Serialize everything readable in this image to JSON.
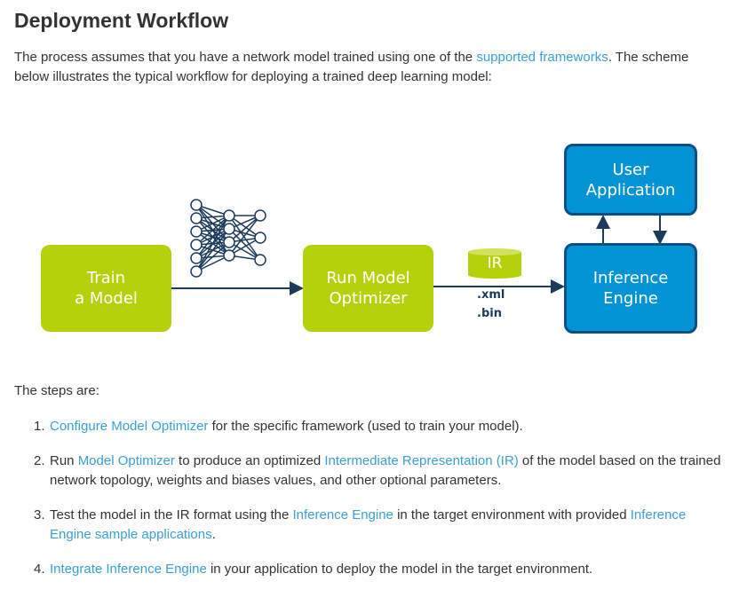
{
  "heading": "Deployment Workflow",
  "intro": {
    "text_before": "The process assumes that you have a network model trained using one of the ",
    "link": "supported frameworks",
    "text_after": ". The scheme below illustrates the typical workflow for deploying a trained deep learning model:"
  },
  "diagram": {
    "train": {
      "line1": "Train",
      "line2": "a Model"
    },
    "optimizer": {
      "line1": "Run Model",
      "line2": "Optimizer"
    },
    "ir": {
      "label": "IR",
      "file1": ".xml",
      "file2": ".bin"
    },
    "engine": {
      "line1": "Inference",
      "line2": "Engine"
    },
    "user_app": {
      "line1": "User",
      "line2": "Application"
    },
    "colors": {
      "green": "#b4d109",
      "blue": "#0193d4",
      "blue_border": "#0a4f86",
      "arrow": "#1d3a5c"
    }
  },
  "steps_label": "The steps are:",
  "steps": [
    {
      "num": "1.",
      "parts": [
        {
          "link": "Configure Model Optimizer"
        },
        {
          "text": " for the specific framework (used to train your model)."
        }
      ]
    },
    {
      "num": "2.",
      "parts": [
        {
          "text": "Run "
        },
        {
          "link": "Model Optimizer"
        },
        {
          "text": " to produce an optimized "
        },
        {
          "link": "Intermediate Representation (IR)"
        },
        {
          "text": " of the model based on the trained network topology, weights and biases values, and other optional parameters."
        }
      ]
    },
    {
      "num": "3.",
      "parts": [
        {
          "text": "Test the model in the IR format using the "
        },
        {
          "link": "Inference Engine"
        },
        {
          "text": " in the target environment with provided "
        },
        {
          "link": "Inference Engine sample applications"
        },
        {
          "text": "."
        }
      ]
    },
    {
      "num": "4.",
      "parts": [
        {
          "link": "Integrate Inference Engine"
        },
        {
          "text": " in your application to deploy the model in the target environment."
        }
      ]
    }
  ]
}
